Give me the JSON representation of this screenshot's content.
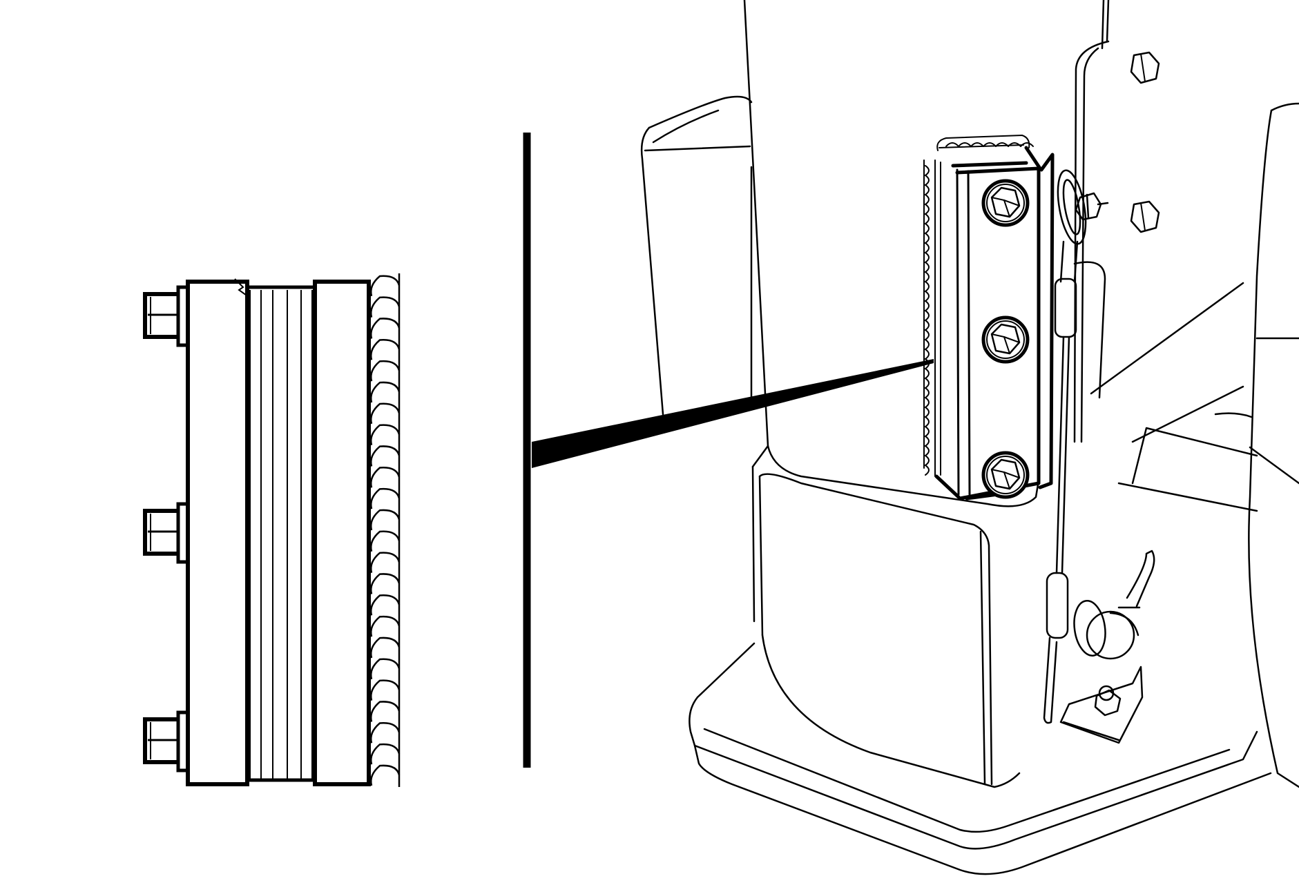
{
  "figure": {
    "kind": "technical-line-illustration",
    "ink_color": "#000000",
    "background_color": "#ffffff",
    "panels": [
      {
        "name": "detail-view",
        "icon": "bracket-weld-detail-icon"
      },
      {
        "name": "assembly-view",
        "icon": "post-base-assembly-icon"
      }
    ],
    "detail": {
      "bolt_count": 3,
      "weld_bead_count": 24
    },
    "assembly": {
      "bolt_count": 3,
      "cap_bolt_count": 2
    }
  }
}
